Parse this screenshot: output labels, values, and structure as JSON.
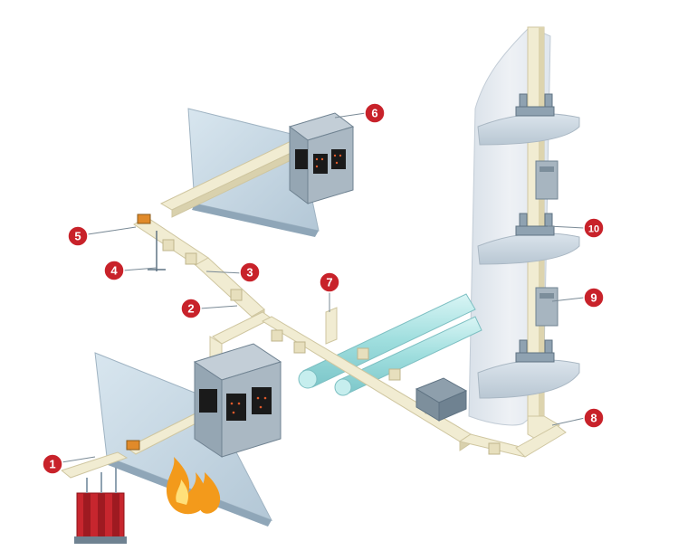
{
  "callouts": [
    {
      "number": "1"
    },
    {
      "number": "2"
    },
    {
      "number": "3"
    },
    {
      "number": "4"
    },
    {
      "number": "5"
    },
    {
      "number": "6"
    },
    {
      "number": "7"
    },
    {
      "number": "8"
    },
    {
      "number": "9"
    },
    {
      "number": "10"
    }
  ],
  "colors": {
    "wall": "#c7d9e6",
    "wall_edge": "#aebfcc",
    "floor_wall": "#e6ebf0",
    "busway": "#f1ecd2",
    "busway_shade": "#d9d1ad",
    "cabinet": "#a9b7c3",
    "pipe": "#a8e3e3",
    "callout": "#c8222a",
    "transformer": "#c7262e",
    "fire": "#f39a1b"
  }
}
